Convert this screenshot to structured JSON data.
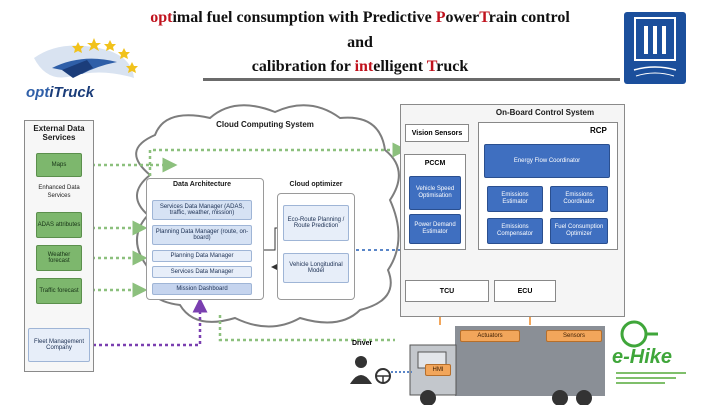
{
  "title": {
    "line1": {
      "a": "opt",
      "b": "imal fuel consumption with Predictive ",
      "c": "P",
      "d": "ower",
      "e": "T",
      "f": "rain control"
    },
    "line2": "and",
    "line3": {
      "a": "calibration for ",
      "b": "int",
      "c": "elligent ",
      "d": "T",
      "e": "ruck"
    }
  },
  "logo_left": {
    "a": "opt",
    "b": "iTruck"
  },
  "external": {
    "header": "External Data Services",
    "maps": "Maps",
    "enhanced": "Enhanced Data Services",
    "adas": "ADAS attributes",
    "weather": "Weather forecast",
    "traffic": "Traffic forecast",
    "fleet": "Fleet Management Company"
  },
  "cloud": {
    "header": "Cloud Computing System",
    "data_arch": "Data Architecture",
    "optimizer": "Cloud optimizer",
    "services_data": "Services Data Manager (ADAS, traffic, weather, mission)",
    "planning_data": "Planning Data Manager (route, on-board)",
    "planning_manager": "Planning Data Manager",
    "services_manager": "Services Data Manager",
    "mission": "Mission Dashboard",
    "eco_route": "Eco-Route Planning / Route Prediction",
    "vehicle_model": "Vehicle Longitudinal Model"
  },
  "onboard": {
    "header": "On-Board Control System",
    "vision": "Vision Sensors",
    "rcp": "RCP",
    "pccm": "PCCM",
    "energy": "Energy Flow Coordinator",
    "vehicle_speed": "Vehicle Speed Optimisation",
    "power_demand": "Power Demand Estimator",
    "em_est": "Emissions Estimator",
    "em_coord": "Emissions Coordinator",
    "em_comp": "Emissions Compensator",
    "fuel_opt": "Fuel Consumption Optimizer",
    "tcu": "TCU",
    "ecu": "ECU"
  },
  "truck": {
    "actuators": "Actuators",
    "sensors": "Sensors",
    "hmi": "HMI",
    "driver": "Driver"
  },
  "ehike": "e-Hike",
  "colors": {
    "accent": "#c0121d",
    "green": "#7db76d",
    "blue": "#3f6fc0",
    "orange": "#f2a65b"
  }
}
